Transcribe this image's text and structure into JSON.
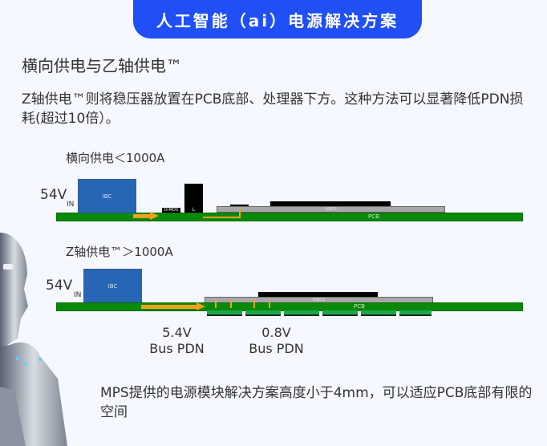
{
  "banner": {
    "title": "人工智能（ai）电源解决方案",
    "color": "#1f4ff5"
  },
  "heading": "横向供电与乙轴供电™",
  "description": "Z轴供电™则将稳压器放置在PCB底部、处理器下方。这种方法可以显著降低PDN损耗(超过10倍）。",
  "lateral": {
    "label": "横向供电＜1000A",
    "input": "54V",
    "input_sub": "IN",
    "ibc": "IBC",
    "drmos": "DrMOS",
    "inductor": "L",
    "asics": "ASICS",
    "pcb": "PCB"
  },
  "zaxis": {
    "label": "Z轴供电™＞1000A",
    "input": "54V",
    "input_sub": "IN",
    "ibc": "IBC",
    "asics": "ASICS",
    "pcb": "PCB"
  },
  "bus_labels": [
    {
      "voltage": "5.4V",
      "name": "Bus PDN"
    },
    {
      "voltage": "0.8V",
      "name": "Bus PDN"
    }
  ],
  "footer": "MPS提供的电源模块解决方案高度小于4mm，可以适应PCB底部有限的空间",
  "colors": {
    "pcb": "#0a8a0a",
    "ibc": "#2766b4",
    "arrow": "#f5a020"
  }
}
